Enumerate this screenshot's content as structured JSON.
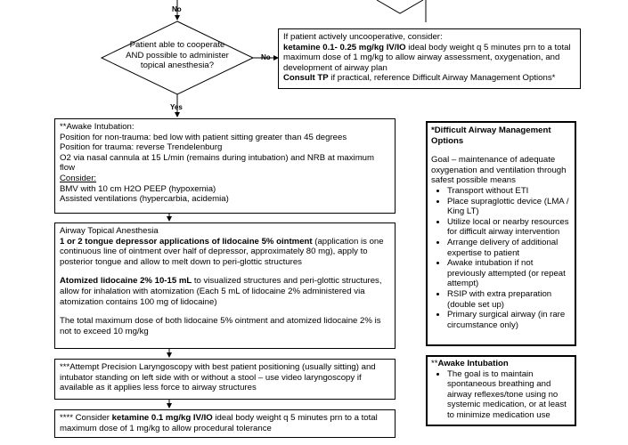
{
  "labels": {
    "no_top": "No",
    "no_side": "No",
    "yes": "Yes"
  },
  "decision": {
    "line1": "Patient able to cooperate",
    "line2": "AND possible to administer",
    "line3": "topical anesthesia?"
  },
  "uncoop": {
    "intro": "If patient actively uncooperative, consider:",
    "drug": "ketamine 0.1- 0.25 mg/kg IV/IO",
    "drug_rest": " ideal body weight q 5 minutes prn to a total maximum dose of 1 mg/kg to allow airway assessment, oxygenation, and development of airway plan",
    "consult": "Consult TP",
    "consult_rest": " if practical, reference Difficult Airway Management Options*"
  },
  "awake": {
    "title": "**Awake Intubation:",
    "l1": "Position for non-trauma: bed low with patient sitting greater than 45 degrees",
    "l2": "Position for trauma: reverse Trendelenburg",
    "l3": "O2 via nasal cannula at 15 L/min (remains during intubation) and NRB at maximum flow",
    "consider": "Consider:",
    "l4": "BMV with 10 cm H2O PEEP (hypoxemia)",
    "l5": "Assisted ventilations (hypercarbia, acidemia)"
  },
  "topical": {
    "title": "Airway Topical Anesthesia",
    "bold1": "1 or 2 tongue depressor applications of lidocaine 5% ointment",
    "rest1": " (application is one continuous line of ointment over half of depressor, approximately 80 mg), apply to posterior tongue and allow to melt down to peri-glottic structures",
    "bold2": "Atomized lidocaine 2% 10-15 mL",
    "rest2": " to visualized structures and peri-glottic structures, allow for inhalation with atomization (Each 5 mL of lidocaine 2% administered via atomization contains 100 mg of lidocaine)",
    "total": "The total maximum dose of both lidocaine 5% ointment and atomized lidocaine 2% is not to exceed 10 mg/kg"
  },
  "laryngo": {
    "text": "***Attempt Precision Laryngoscopy with best patient positioning (usually sitting) and intubator standing on left side with or without a stool – use video laryngoscopy if available as it applies less force to airway structures"
  },
  "ketamine": {
    "pre": "**** Consider ",
    "drug": "ketamine 0.1 mg/kg IV/IO",
    "rest": " ideal body weight q 5 minutes prn to a total maximum dose of 1 mg/kg  to allow procedural tolerance"
  },
  "difficult": {
    "title": "*Difficult Airway Management Options",
    "goal": "Goal – maintenance of adequate oxygenation and ventilation through safest possible means",
    "items": [
      "Transport without ETI",
      "Place supraglottic device (LMA / King LT)",
      "Utilize local or nearby resources for difficult airway intervention",
      "Arrange delivery of additional expertise to patient",
      "Awake intubation if not previously attempted (or repeat attempt)",
      "RSIP with extra preparation (double set up)",
      "Primary surgical airway (in rare circumstance only)"
    ]
  },
  "awake_note": {
    "title_prefix": "**",
    "title": "Awake Intubation",
    "items": [
      "The goal is to maintain spontaneous breathing and airway reflexes/tone using no systemic medication, or at least to minimize medication use"
    ]
  }
}
